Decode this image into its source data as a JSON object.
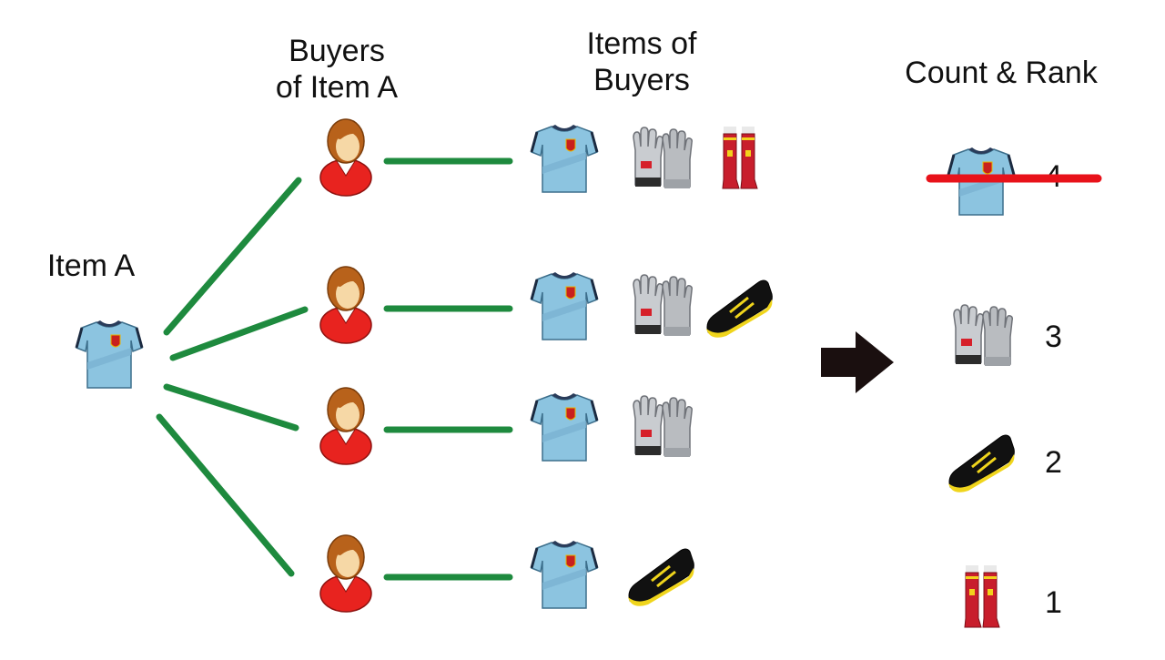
{
  "labels": {
    "item_a": "Item A",
    "buyers_line1": "Buyers",
    "buyers_line2": "of Item A",
    "items_line1": "Items of",
    "items_line2": "Buyers",
    "count_rank": "Count & Rank"
  },
  "buyers": [
    {
      "items": [
        "jersey-icon",
        "gloves-icon",
        "socks-icon"
      ]
    },
    {
      "items": [
        "jersey-icon",
        "gloves-icon",
        "boot-icon"
      ]
    },
    {
      "items": [
        "jersey-icon",
        "gloves-icon"
      ]
    },
    {
      "items": [
        "jersey-icon",
        "boot-icon"
      ]
    }
  ],
  "ranking": [
    {
      "icon": "jersey-icon",
      "count": "4",
      "crossed_out": true
    },
    {
      "icon": "gloves-icon",
      "count": "3",
      "crossed_out": false
    },
    {
      "icon": "boot-icon",
      "count": "2",
      "crossed_out": false
    },
    {
      "icon": "socks-icon",
      "count": "1",
      "crossed_out": false
    }
  ],
  "colors": {
    "connector": "#1e8a3e",
    "strike": "#e8121a",
    "arrow": "#1a0f0f",
    "jersey": "#8cc4e0",
    "person_body": "#e8231f",
    "person_hair": "#b8621b"
  }
}
